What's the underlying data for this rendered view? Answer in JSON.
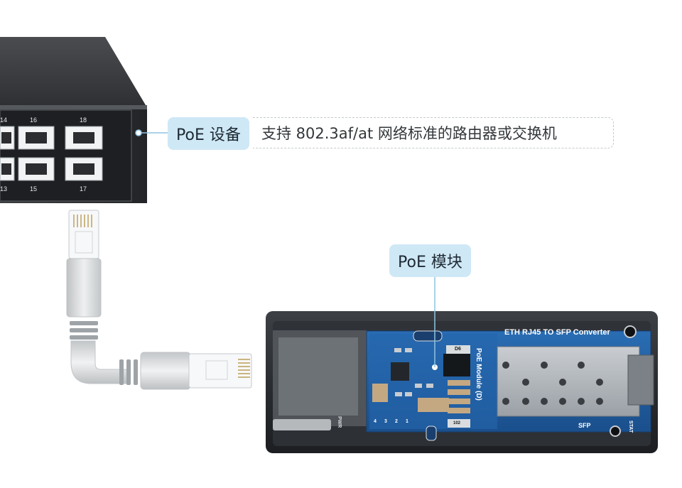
{
  "switch": {
    "port_numbers_top": [
      "14",
      "16",
      "18"
    ],
    "port_numbers_bottom": [
      "13",
      "15",
      "17"
    ]
  },
  "callout_device": {
    "tag": "PoE 设备",
    "description": "支持 802.3af/at 网络标准的路由器或交换机"
  },
  "callout_module": {
    "tag": "PoE 模块"
  },
  "board": {
    "title": "ETH RJ45 TO SFP Converter",
    "module_label": "PoE Module (D)",
    "pwr_label": "PWR",
    "sfp_label": "SFP",
    "stat_label": "STAT",
    "pin_labels": [
      "4",
      "3",
      "2",
      "1"
    ],
    "chip_label": "D6",
    "resistor_label": "102"
  },
  "colors": {
    "accent_tag": "#cfe8f6",
    "pcb_blue": "#1f5fa3",
    "switch_body": "#3a3c3f",
    "case_dark": "#2a2d31"
  }
}
